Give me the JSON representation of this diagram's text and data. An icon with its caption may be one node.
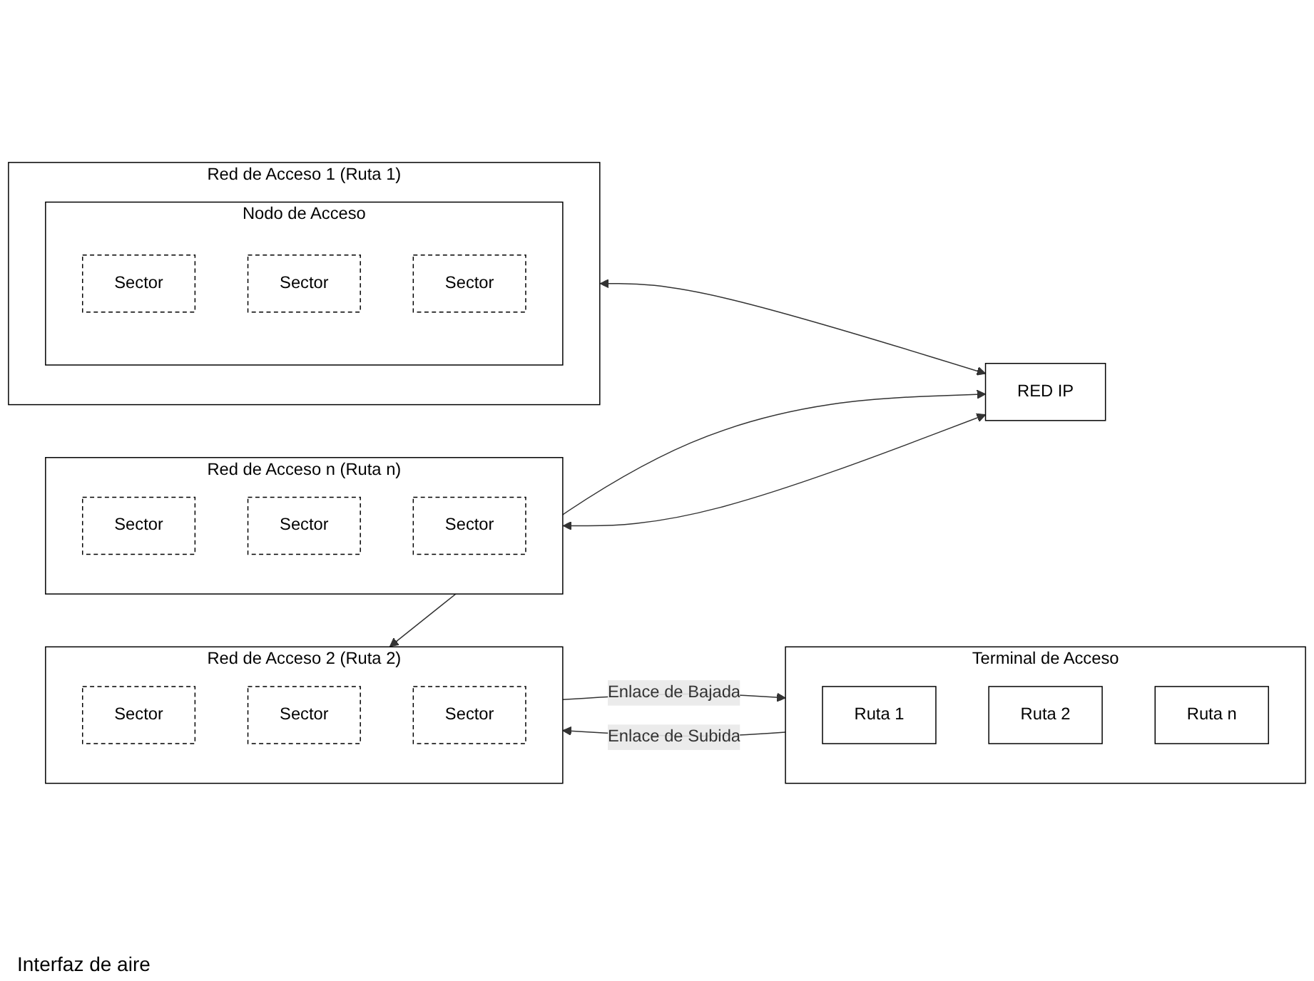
{
  "diagram": {
    "nodes": [
      {
        "text": [
          "Red de Acceso 1  (Ruta 1)"
        ]
      },
      {
        "text": [
          "Nodo de Acceso"
        ],
        "in": 0
      },
      {
        "text": [
          "Sector"
        ],
        "in": 1
      },
      {
        "text": [
          "Sector"
        ],
        "in": 1
      },
      {
        "text": [
          "Sector"
        ],
        "in": 1
      },
      {
        "text": [
          "Terminal de Acceso"
        ]
      },
      {
        "text": [
          "Ruta 1"
        ],
        "in": 5
      },
      {
        "text": [
          "Ruta 2"
        ],
        "in": 5
      },
      {
        "text": [
          "Ruta n"
        ],
        "in": 5
      },
      {
        "text": [
          "Red de Acceso 2  (Ruta 2)"
        ]
      },
      {
        "text": [
          "Sector"
        ],
        "in": 9
      },
      {
        "text": [
          "Sector"
        ],
        "in": 9
      },
      {
        "text": [
          "Sector"
        ],
        "in": 9
      },
      {
        "text": [
          "Red de Acceso n  (Ruta n)"
        ]
      },
      {
        "text": [
          "Sector"
        ],
        "in": 13
      },
      {
        "text": [
          "Sector"
        ],
        "in": 13
      },
      {
        "text": [
          "Sector"
        ],
        "in": 13
      },
      {
        "text": [
          "RED IP"
        ]
      }
    ],
    "edges": [
      {
        "from": 9,
        "to": 5,
        "arrow": "to",
        "label": "Enlace de Bajada"
      },
      {
        "from": 5,
        "to": 9,
        "arrow": "to",
        "label": "Enlace de Subida"
      },
      {
        "from": 0,
        "to": 17,
        "arrow": "both"
      },
      {
        "from": 9,
        "to": 17,
        "arrow": "both"
      },
      {
        "from": 13,
        "to": 17,
        "arrow": "both"
      }
    ],
    "labels": [
      "Interfaz de aire"
    ]
  }
}
